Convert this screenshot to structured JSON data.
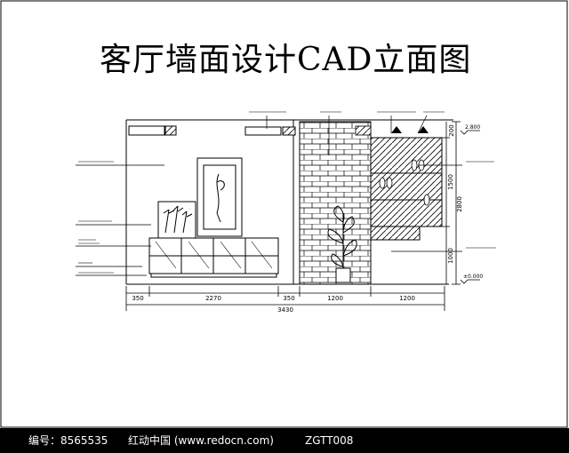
{
  "title": "客厅墙面设计CAD立面图",
  "dimensions": {
    "bottom": [
      "350",
      "2270",
      "350",
      "1200",
      "1200"
    ],
    "total": "3430",
    "right": [
      "200",
      "1500",
      "1000"
    ],
    "right_total": "2800",
    "levels": [
      "2.800",
      "±0.000"
    ]
  },
  "footer": {
    "id_label": "编号：8565535",
    "site": "红动中国 (www.redocn.com)",
    "code": "ZGTT008"
  },
  "colors": {
    "line": "#000000",
    "background": "#ffffff",
    "footer_bg": "#000000",
    "footer_text": "#ffffff"
  }
}
